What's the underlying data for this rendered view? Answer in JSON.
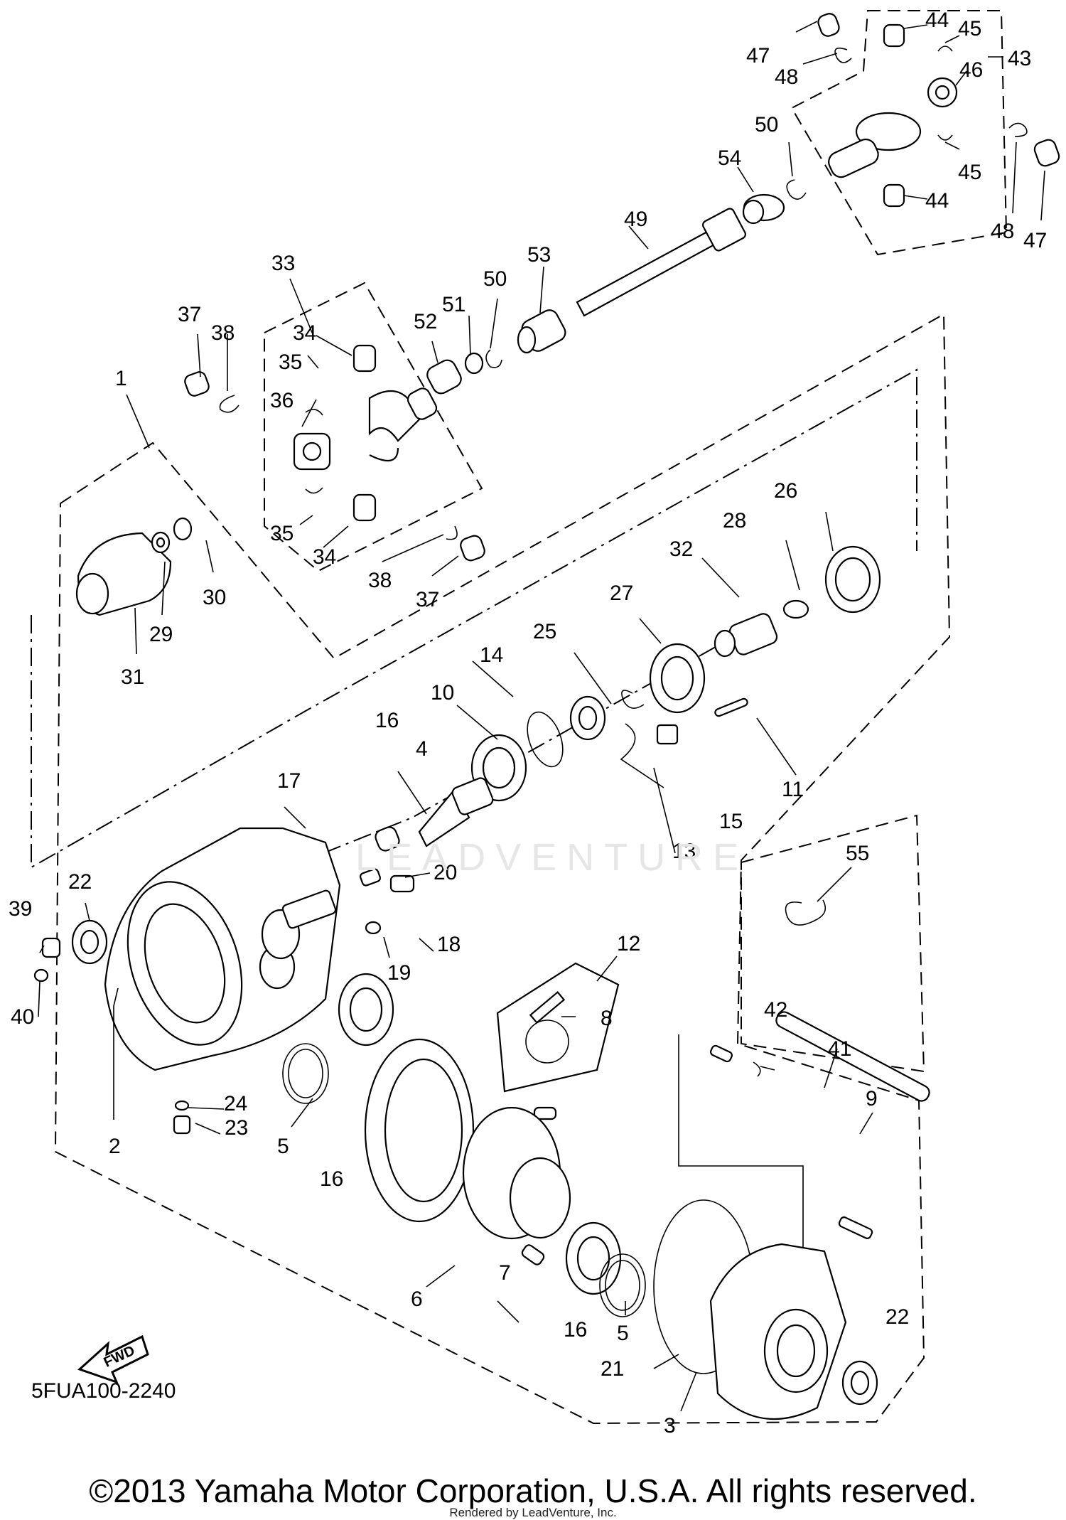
{
  "diagram_code": "5FUA100-2240",
  "copyright": "©2013 Yamaha Motor Corporation, U.S.A. All rights reserved.",
  "rendered_by": "Rendered by LeadVenture, Inc.",
  "watermark": "LEADVENTURE",
  "fwd_label": "FWD",
  "callouts": {
    "n1": "1",
    "n2": "2",
    "n3": "3",
    "n4": "4",
    "n5a": "5",
    "n5b": "5",
    "n6": "6",
    "n7": "7",
    "n8": "8",
    "n9": "9",
    "n10": "10",
    "n11": "11",
    "n12": "12",
    "n13": "13",
    "n14": "14",
    "n15": "15",
    "n16a": "16",
    "n16b": "16",
    "n16c": "16",
    "n17": "17",
    "n18": "18",
    "n19": "19",
    "n20": "20",
    "n21": "21",
    "n22a": "22",
    "n22b": "22",
    "n23": "23",
    "n24": "24",
    "n25": "25",
    "n26": "26",
    "n27": "27",
    "n28": "28",
    "n29": "29",
    "n30": "30",
    "n31": "31",
    "n32": "32",
    "n33": "33",
    "n34a": "34",
    "n34b": "34",
    "n35a": "35",
    "n35b": "35",
    "n36": "36",
    "n37a": "37",
    "n37b": "37",
    "n38a": "38",
    "n38b": "38",
    "n39": "39",
    "n40": "40",
    "n41": "41",
    "n42": "42",
    "n43": "43",
    "n44a": "44",
    "n44b": "44",
    "n45a": "45",
    "n45b": "45",
    "n46": "46",
    "n47a": "47",
    "n47b": "47",
    "n48a": "48",
    "n48b": "48",
    "n49": "49",
    "n50a": "50",
    "n50b": "50",
    "n51": "51",
    "n52": "52",
    "n53": "53",
    "n54": "54",
    "n55": "55"
  }
}
